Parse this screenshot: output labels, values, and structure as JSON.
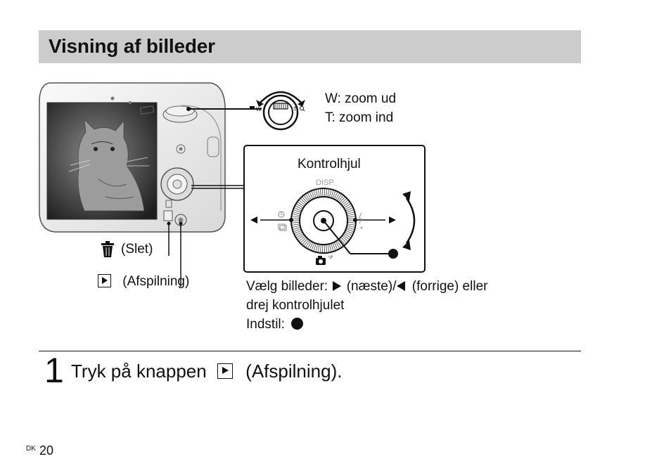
{
  "page": {
    "title": "Visning af billeder",
    "zoom": {
      "line1": "W: zoom ud",
      "line2": "T: zoom ind",
      "w_mark": "W",
      "t_mark": "T"
    },
    "control_wheel": {
      "label": "Kontrolhjul",
      "disp": "DISP"
    },
    "buttons": {
      "delete_label": "(Slet)",
      "playback_label": "(Afspilning)"
    },
    "instructions": {
      "line1_a": "Vælg billeder:",
      "line1_b": "(næste)/",
      "line1_c": "(forrige) eller",
      "line2": "drej kontrolhjulet",
      "line3": "Indstil:"
    },
    "step": {
      "number": "1",
      "text_a": "Tryk på knappen",
      "text_b": "(Afspilning)."
    },
    "footer": {
      "lang": "DK",
      "page_number": "20"
    }
  }
}
